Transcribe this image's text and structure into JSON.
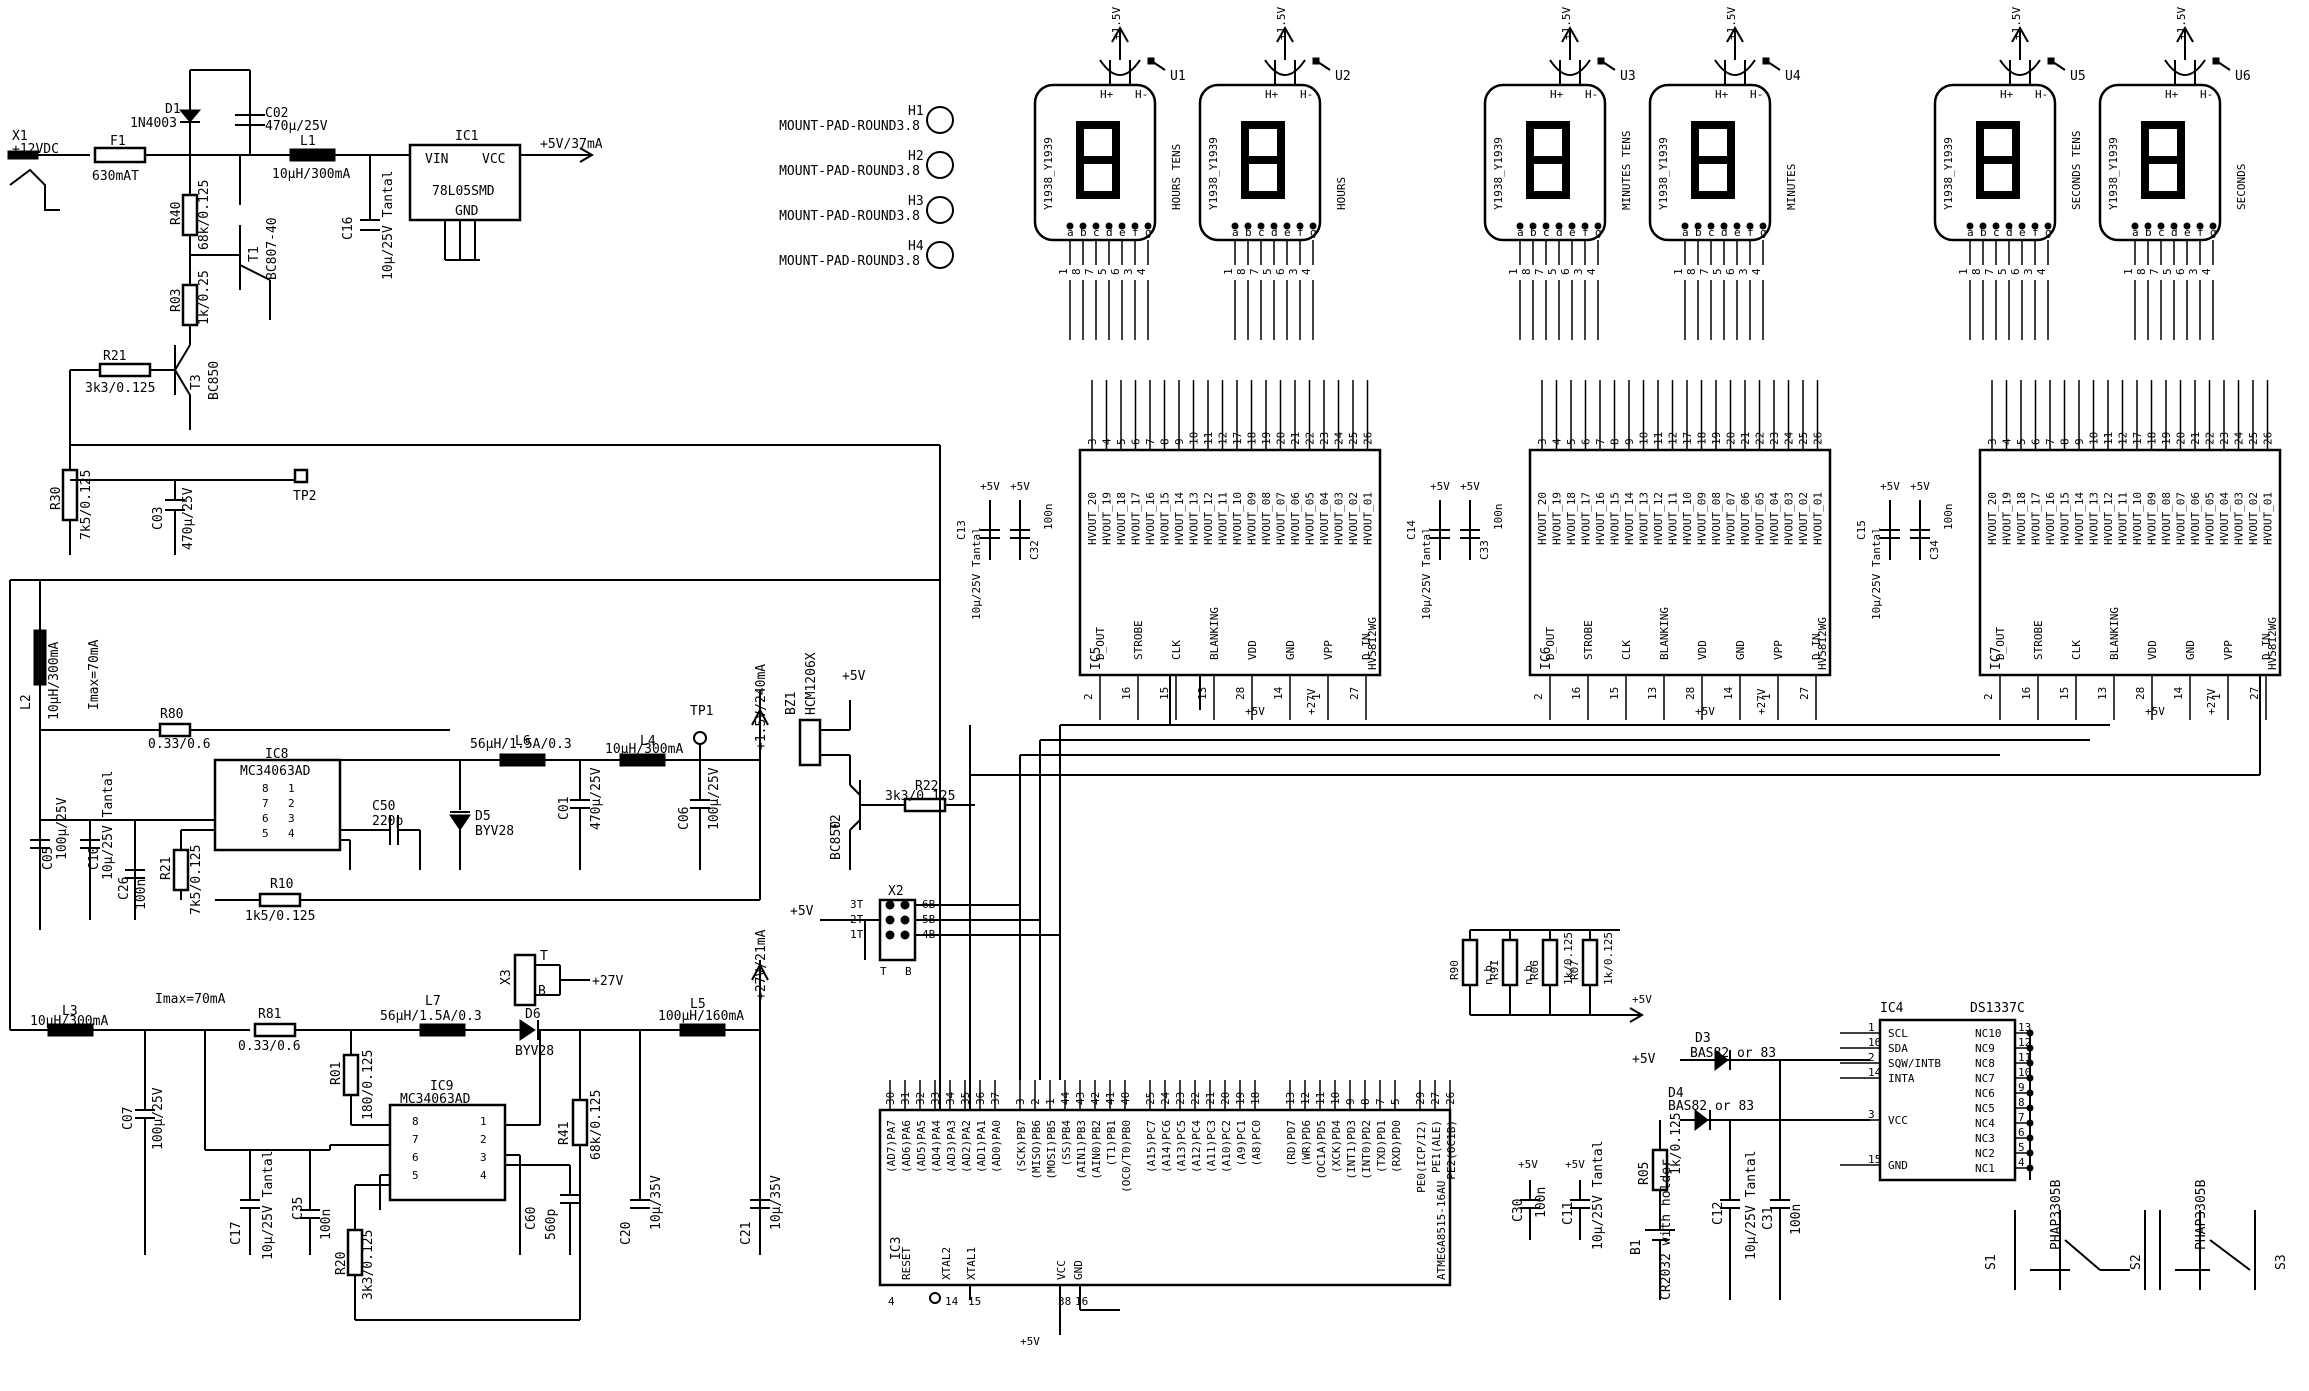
{
  "power": {
    "x1": "X1",
    "x1_volt": "+12VDC",
    "f1": "F1",
    "f1_val": "630mAT",
    "d1": "D1",
    "d1_val": "1N4003",
    "c02": "C02",
    "c02_val": "470µ/25V",
    "l1": "L1",
    "l1_val": "10µH/300mA",
    "ic1": "IC1",
    "ic1_val": "78L05SMD",
    "ic1_vin": "VIN",
    "ic1_vcc": "VCC",
    "ic1_gnd": "GND",
    "out5v": "+5V/37mA",
    "c16": "C16",
    "c16_val": "10µ/25V Tantal",
    "r40": "R40",
    "r40_val": "68k/0.125",
    "t1": "T1",
    "t1_val": "BC807-40",
    "r03": "R03",
    "r03_val": "1k/0.25",
    "r21": "R21",
    "r21_val": "3k3/0.125",
    "t3": "T3",
    "t3_val": "BC850",
    "r30": "R30",
    "r30_val": "7k5/0.125",
    "c03": "C03",
    "c03_val": "470µ/25V",
    "tp2": "TP2"
  },
  "mount": [
    {
      "ref": "H1",
      "label": "MOUNT-PAD-ROUND3.8"
    },
    {
      "ref": "H2",
      "label": "MOUNT-PAD-ROUND3.8"
    },
    {
      "ref": "H3",
      "label": "MOUNT-PAD-ROUND3.8"
    },
    {
      "ref": "H4",
      "label": "MOUNT-PAD-ROUND3.8"
    }
  ],
  "displays": [
    {
      "ref": "U1",
      "type": "Y1938_Y1939",
      "label": "HOURS TENS",
      "v": "+1.5V"
    },
    {
      "ref": "U2",
      "type": "Y1938_Y1939",
      "label": "HOURS",
      "v": "+1.5V"
    },
    {
      "ref": "U3",
      "type": "Y1938_Y1939",
      "label": "MINUTES TENS",
      "v": "+1.5V"
    },
    {
      "ref": "U4",
      "type": "Y1938_Y1939",
      "label": "MINUTES",
      "v": "+1.5V"
    },
    {
      "ref": "U5",
      "type": "Y1938_Y1939",
      "label": "SECONDS TENS",
      "v": "+1.5V"
    },
    {
      "ref": "U6",
      "type": "Y1938_Y1939",
      "label": "SECONDS",
      "v": "+1.5V"
    }
  ],
  "seg_pins": [
    "a",
    "b",
    "c",
    "d",
    "e",
    "f",
    "g"
  ],
  "pin_hminus": "H-",
  "pin_hplus": "H+",
  "disp_pin_numbers": [
    "1",
    "8",
    "7",
    "5",
    "6",
    "3",
    "4"
  ],
  "drivers": [
    {
      "ref": "IC5",
      "type": "HV5812WG",
      "c_t": "C13",
      "c_t_val": "10µ/25V Tantal",
      "c_c": "C32",
      "c_c_val": "100n"
    },
    {
      "ref": "IC6",
      "type": "HV5812WG",
      "c_t": "C14",
      "c_t_val": "10µ/25V Tantal",
      "c_c": "C33",
      "c_c_val": "100n"
    },
    {
      "ref": "IC7",
      "type": "HV5812WG",
      "c_t": "C15",
      "c_t_val": "10µ/25V Tantal",
      "c_c": "C34",
      "c_c_val": "100n"
    }
  ],
  "hvout": [
    "HVOUT_20",
    "HVOUT_19",
    "HVOUT_18",
    "HVOUT_17",
    "HVOUT_16",
    "HVOUT_15",
    "HVOUT_14",
    "HVOUT_13",
    "HVOUT_12",
    "HVOUT_11",
    "HVOUT_10",
    "HVOUT_09",
    "HVOUT_08",
    "HVOUT_07",
    "HVOUT_06",
    "HVOUT_05",
    "HVOUT_04",
    "HVOUT_03",
    "HVOUT_02",
    "HVOUT_01"
  ],
  "hv_pins": [
    "3",
    "4",
    "5",
    "6",
    "7",
    "8",
    "9",
    "10",
    "11",
    "12",
    "17",
    "18",
    "19",
    "20",
    "21",
    "22",
    "23",
    "24",
    "25",
    "26"
  ],
  "drv_bottom": [
    {
      "name": "D_OUT",
      "pin": "2"
    },
    {
      "name": "STROBE",
      "pin": "16"
    },
    {
      "name": "CLK",
      "pin": "15"
    },
    {
      "name": "BLANKING",
      "pin": "13"
    },
    {
      "name": "VDD",
      "pin": "28"
    },
    {
      "name": "GND",
      "pin": "14"
    },
    {
      "name": "VPP",
      "pin": "1"
    },
    {
      "name": "D_IN",
      "pin": "27"
    }
  ],
  "rail": {
    "p5v": "+5V",
    "p27v": "+27V"
  },
  "boost1": {
    "l2": "L2",
    "l2_val": "10µH/300mA",
    "imax": "Imax=70mA",
    "r80": "R80",
    "r80_val": "0.33/0.6",
    "ic8": "IC8",
    "ic8_val": "MC34063AD",
    "c50": "C50",
    "c50_val": "220p",
    "l6": "L6",
    "l6_val": "56µH/1.5A/0.3",
    "d5": "D5",
    "d5_val": "BYV28",
    "c01": "C01",
    "c01_val": "470µ/25V",
    "l4": "L4",
    "l4_val": "10µH/300mA",
    "c06": "C06",
    "c06_val": "100µ/25V",
    "tp1": "TP1",
    "out": "+1.5V/240mA",
    "c05": "C05",
    "c05_val": "100µ/25V",
    "c10": "C10",
    "c10_val": "10µ/25V Tantal",
    "c26": "C26",
    "c26_val": "100n",
    "r21": "R21",
    "r21_val": "7k5/0.125",
    "r10": "R10",
    "r10_val": "1k5/0.125"
  },
  "boost2": {
    "l3": "L3",
    "l3_val": "10µH/300mA",
    "imax": "Imax=70mA",
    "r81": "R81",
    "r81_val": "0.33/0.6",
    "l7": "L7",
    "l7_val": "56µH/1.5A/0.3",
    "d6": "D6",
    "d6_val": "BYV28",
    "l5": "L5",
    "l5_val": "100µH/160mA",
    "out": "+27V/21mA",
    "ic9": "IC9",
    "ic9_val": "MC34063AD",
    "r01": "R01",
    "r01_val": "180/0.125",
    "r41": "R41",
    "r41_val": "68k/0.125",
    "r20": "R20",
    "r20_val": "3k3/0.125",
    "c07": "C07",
    "c07_val": "100µ/25V",
    "c17": "C17",
    "c17_val": "10µ/25V Tantal",
    "c35": "C35",
    "c35_val": "100n",
    "c60": "C60",
    "c60_val": "560p",
    "c20": "C20",
    "c20_val": "10µ/35V",
    "c21": "C21",
    "c21_val": "10µ/35V"
  },
  "x3": {
    "ref": "X3",
    "t": "T",
    "b": "B",
    "v": "+27V"
  },
  "buzzer": {
    "ref": "BZ1",
    "val": "HCM1206X",
    "v": "+5V",
    "t2": "T2",
    "t2_val": "BC850",
    "r22": "R22",
    "r22_val": "3k3/0.125"
  },
  "x2": {
    "ref": "X2",
    "v": "+5V",
    "pins_l": [
      "3T",
      "2T",
      "1T"
    ],
    "pins_r": [
      "6B",
      "5B",
      "4B"
    ],
    "t": "T",
    "b": "B"
  },
  "mcu": {
    "ref": "IC3",
    "type": "ATMEGA8515-16AU",
    "left_pins": [
      "(AD7)PA7",
      "(AD6)PA6",
      "(AD5)PA5",
      "(AD4)PA4",
      "(AD3)PA3",
      "(AD2)PA2",
      "(AD1)PA1",
      "(AD0)PA0"
    ],
    "left_nums": [
      "30",
      "31",
      "32",
      "33",
      "34",
      "35",
      "36",
      "37"
    ],
    "pb_pins": [
      "(SCK)PB7",
      "(MISO)PB6",
      "(MOSI)PB5",
      "(SS)PB4",
      "(AIN1)PB3",
      "(AIN0)PB2",
      "(T1)PB1",
      "(OC0/T0)PB0"
    ],
    "pb_nums": [
      "3",
      "2",
      "1",
      "44",
      "43",
      "42",
      "41",
      "40"
    ],
    "pc_pins": [
      "(A15)PC7",
      "(A14)PC6",
      "(A13)PC5",
      "(A12)PC4",
      "(A11)PC3",
      "(A10)PC2",
      "(A9)PC1",
      "(A8)PC0"
    ],
    "pc_nums": [
      "25",
      "24",
      "23",
      "22",
      "21",
      "20",
      "19",
      "18"
    ],
    "pd_pins": [
      "(RD)PD7",
      "(WR)PD6",
      "(OC1A)PD5",
      "(XCK)PD4",
      "(INT1)PD3",
      "(INT0)PD2",
      "(TXD)PD1",
      "(RXD)PD0"
    ],
    "pd_nums": [
      "13",
      "12",
      "11",
      "10",
      "9",
      "8",
      "7",
      "5"
    ],
    "pe_pins": [
      "PE0(ICP/I2)",
      "PE1(ALE)",
      "PE2(OC1B)"
    ],
    "pe_nums": [
      "29",
      "27",
      "26"
    ],
    "reset": "RESET",
    "reset_n": "4",
    "xtal2": "XTAL2",
    "xtal2_n": "14",
    "xtal1": "XTAL1",
    "xtal1_n": "15",
    "vcc": "VCC",
    "vcc_n": "38",
    "gnd": "GND",
    "gnd_n": "16",
    "v": "+5V"
  },
  "rtc": {
    "ref": "IC4",
    "type": "DS1337C",
    "left": [
      {
        "n": "SCL",
        "p": "1"
      },
      {
        "n": "SDA",
        "p": "16"
      },
      {
        "n": "SQW/INTB",
        "p": "2"
      },
      {
        "n": "INTA",
        "p": "14"
      },
      {
        "n": "VCC",
        "p": "3"
      },
      {
        "n": "GND",
        "p": "15"
      }
    ],
    "right": [
      {
        "n": "NC10",
        "p": "13"
      },
      {
        "n": "NC9",
        "p": "12"
      },
      {
        "n": "NC8",
        "p": "11"
      },
      {
        "n": "NC7",
        "p": "10"
      },
      {
        "n": "NC6",
        "p": "9"
      },
      {
        "n": "NC5",
        "p": "8"
      },
      {
        "n": "NC4",
        "p": "7"
      },
      {
        "n": "NC3",
        "p": "6"
      },
      {
        "n": "NC2",
        "p": "5"
      },
      {
        "n": "NC1",
        "p": "4"
      }
    ]
  },
  "pullups": [
    {
      "ref": "R90",
      "val": "n.b."
    },
    {
      "ref": "R91",
      "val": "n.b."
    },
    {
      "ref": "R06",
      "val": "1k/0.125"
    },
    {
      "ref": "R07",
      "val": "1k/0.125"
    }
  ],
  "pullup_v": "+5V",
  "backup": {
    "d3": "D3",
    "d3_val": "BAS82 or 83",
    "d4": "D4",
    "d4_val": "BAS82 or 83",
    "v": "+5V",
    "r05": "R05",
    "r05_val": "1k/0.125",
    "b1": "B1",
    "b1_val": "CR2032 with holder",
    "c12": "C12",
    "c12_val": "10µ/25V Tantal",
    "c31": "C31",
    "c31_val": "100n",
    "c30": "C30",
    "c30_val": "100n",
    "c11": "C11",
    "c11_val": "10µ/25V Tantal",
    "v30": "+5V",
    "v11": "+5V"
  },
  "switches": [
    {
      "ref": "S1",
      "val": "PHAP3305B"
    },
    {
      "ref": "S2",
      "val": "PHAP3305B"
    },
    {
      "ref": "S3",
      "val": "PHAP3305B"
    }
  ]
}
